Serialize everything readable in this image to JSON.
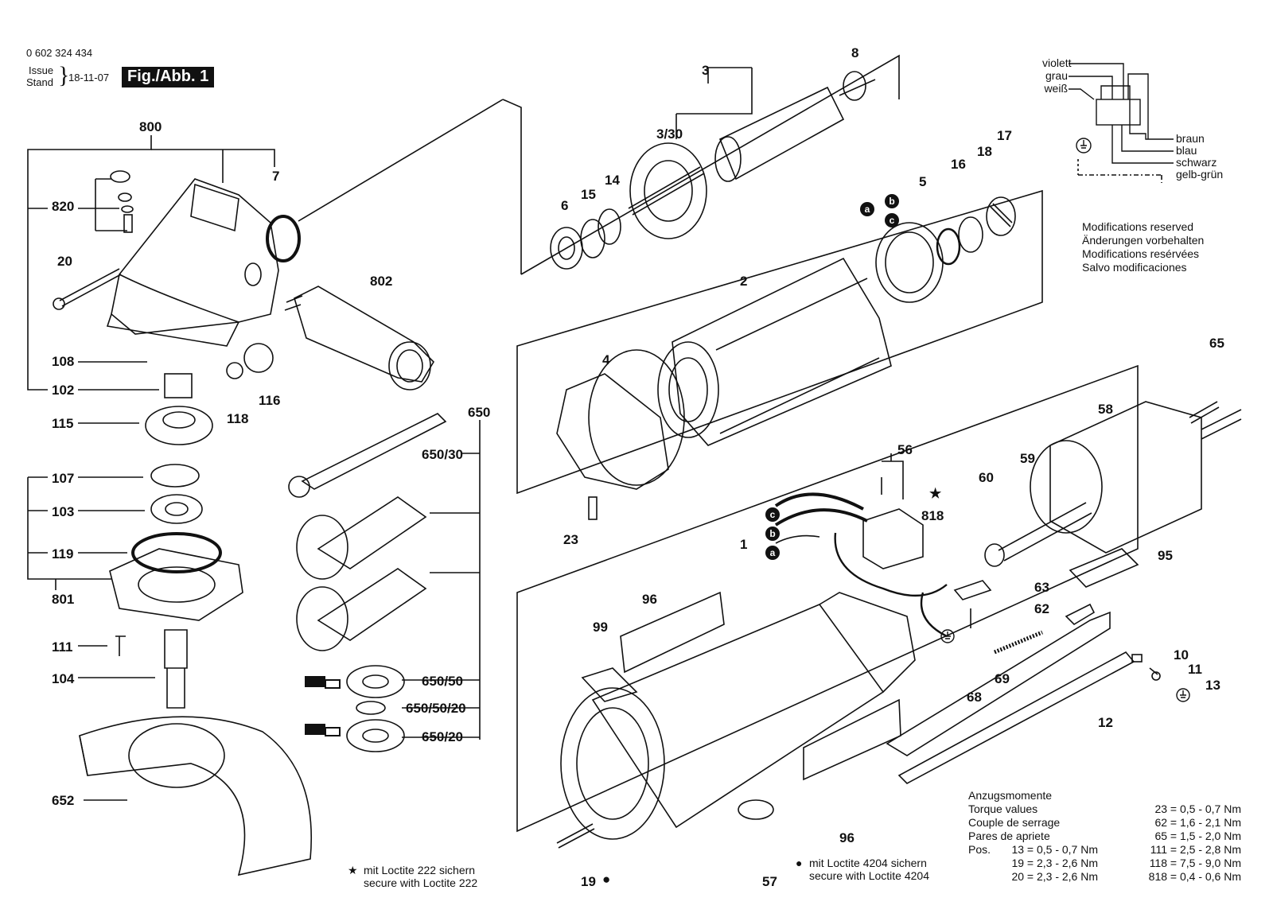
{
  "header": {
    "part_number": "0 602 324 434",
    "issue_label": "Issue",
    "stand_label": "Stand",
    "date": "18-11-07",
    "figure_tag": "Fig./Abb. 1"
  },
  "wiring": {
    "left_wires": [
      "violett",
      "grau",
      "weiß"
    ],
    "right_wires": [
      "braun",
      "blau",
      "schwarz",
      "gelb-grün"
    ]
  },
  "modifications": [
    "Modifications reserved",
    "Änderungen vorbehalten",
    "Modifications resérvées",
    "Salvo modificaciones"
  ],
  "callouts": {
    "c800": "800",
    "c820": "820",
    "c7": "7",
    "c20": "20",
    "c802": "802",
    "c108": "108",
    "c102": "102",
    "c116": "116",
    "c118": "118",
    "c115": "115",
    "c650": "650",
    "c650_30": "650/30",
    "c107": "107",
    "c103": "103",
    "c119": "119",
    "c801": "801",
    "c111": "111",
    "c104": "104",
    "c650_50": "650/50",
    "c650_50_20": "650/50/20",
    "c650_20": "650/20",
    "c652": "652",
    "c3": "3",
    "c3_30": "3/30",
    "c8": "8",
    "c6": "6",
    "c15": "15",
    "c14": "14",
    "c17": "17",
    "c16": "16",
    "c18": "18",
    "c5": "5",
    "c2": "2",
    "c4": "4",
    "c65": "65",
    "c58": "58",
    "c56": "56",
    "c818": "818",
    "c59": "59",
    "c60": "60",
    "c23": "23",
    "c1": "1",
    "c95": "95",
    "c63": "63",
    "c62": "62",
    "c96a": "96",
    "c99": "99",
    "c69": "69",
    "c10": "10",
    "c11": "11",
    "c13": "13",
    "c68": "68",
    "c12": "12",
    "c96b": "96",
    "c19": "19",
    "c57": "57"
  },
  "wire_markers": [
    "a",
    "b",
    "c"
  ],
  "loctite_notes": {
    "star_de": "mit Loctite 222 sichern",
    "star_en": "secure with Loctite 222",
    "dot_de": "mit Loctite 4204 sichern",
    "dot_en": "secure with Loctite 4204"
  },
  "torque": {
    "labels": [
      "Anzugsmomente",
      "Torque values",
      "Couple de serrage",
      "Pares de apriete"
    ],
    "pos_prefix": "Pos.",
    "left_values": [
      "13 = 0,5 - 0,7 Nm",
      "19 = 2,3 - 2,6 Nm",
      "20 = 2,3 - 2,6 Nm"
    ],
    "right_values": [
      "23 = 0,5 - 0,7 Nm",
      "62 = 1,6 - 2,1 Nm",
      "65 = 1,5 - 2,0 Nm",
      "111 = 2,5 - 2,8 Nm",
      "118 = 7,5 - 9,0 Nm",
      "818 = 0,4 - 0,6 Nm"
    ]
  }
}
